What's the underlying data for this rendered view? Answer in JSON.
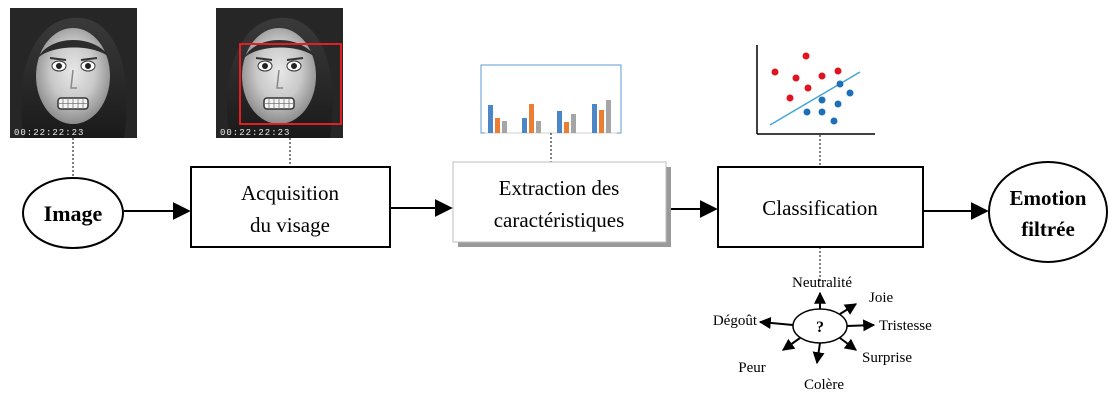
{
  "nodes": {
    "input": "Image",
    "acquisition_line1": "Acquisition",
    "acquisition_line2": "du visage",
    "extraction_line1": "Extraction des",
    "extraction_line2": "caractéristiques",
    "classification": "Classification",
    "output_line1": "Emotion",
    "output_line2": "filtrée"
  },
  "thumbnails": {
    "timecode": "00:22:22:23"
  },
  "emotion_wheel": {
    "center": "?",
    "emotions": [
      "Neutralité",
      "Joie",
      "Tristesse",
      "Surprise",
      "Colère",
      "Peur",
      "Dégoût"
    ]
  },
  "colors": {
    "face_box": "#e02020",
    "bar_blue": "#4a86c8",
    "bar_orange": "#ed7d31",
    "bar_gray": "#a5a5a5",
    "chart_border": "#5b9bd5",
    "scatter_red": "#e0141e",
    "scatter_blue": "#1f6fb8",
    "separator_line": "#41a6d8"
  }
}
